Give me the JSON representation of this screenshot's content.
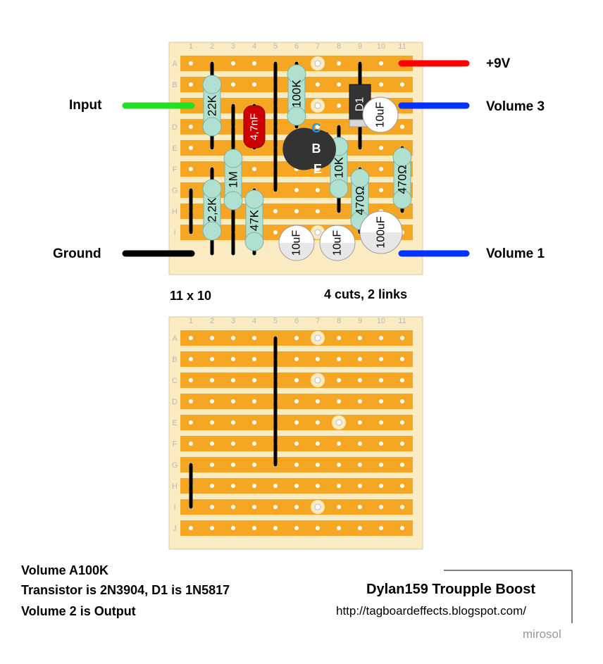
{
  "columns": [
    "1",
    "2",
    "3",
    "4",
    "5",
    "6",
    "7",
    "8",
    "9",
    "10",
    "11"
  ],
  "rows_top": [
    "A",
    "B",
    "C",
    "D",
    "E",
    "F",
    "G",
    "H",
    "I"
  ],
  "rows_bottom": [
    "A",
    "B",
    "C",
    "D",
    "E",
    "F",
    "G",
    "H",
    "I",
    "J"
  ],
  "wires": {
    "v9": "+9V",
    "input": "Input",
    "vol3": "Volume 3",
    "ground": "Ground",
    "vol1": "Volume 1"
  },
  "wire_colors": {
    "red": "#ff0000",
    "green": "#22e022",
    "blue": "#0033ff",
    "black": "#000000"
  },
  "components": {
    "r22k": "22K",
    "c47": "4,7nF",
    "r100k": "100K",
    "d1": "D1",
    "c10a": "10uF",
    "r1m": "1M",
    "q_c": "C",
    "q_b": "B",
    "q_e": "E",
    "r10k": "10K",
    "r470a": "470Ω",
    "r470b": "470Ω",
    "r22k2": "2,2K",
    "r47k": "47K",
    "c10b": "10uF",
    "c10c": "10uF",
    "c100": "100uF"
  },
  "board_size": "11 x 10",
  "cuts_links": "4 cuts, 2 links",
  "notes": [
    "Volume A100K",
    "Transistor is 2N3904, D1 is 1N5817",
    "Volume 2 is Output"
  ],
  "title": "Dylan159 Troupple Boost",
  "url": "http://tagboardeffects.blogspot.com/",
  "author": "mirosol",
  "colors": {
    "board": "#faebc3",
    "strip": "#f5a623",
    "resistor": "#b0e0d0",
    "cap_red": "#cc0000",
    "hole": "#ffffff"
  }
}
